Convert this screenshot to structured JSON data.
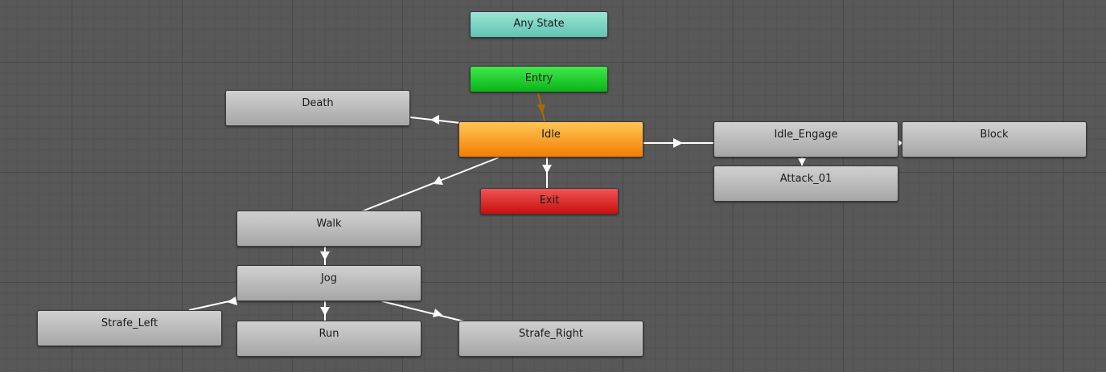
{
  "nodes": {
    "any_state": "Any State",
    "entry": "Entry",
    "idle": "Idle",
    "exit": "Exit",
    "death": "Death",
    "idle_engage": "Idle_Engage",
    "block": "Block",
    "attack_01": "Attack_01",
    "walk": "Walk",
    "jog": "Jog",
    "run": "Run",
    "strafe_left": "Strafe_Left",
    "strafe_right": "Strafe_Right"
  },
  "colors": {
    "transition": "#ffffff",
    "entry_transition": "#a86a00",
    "default_state": "#f28a0c",
    "entry_state": "#14c022",
    "any_state": "#7fd6c5",
    "exit_state": "#e02424",
    "normal_state": "#b8b8b8"
  }
}
